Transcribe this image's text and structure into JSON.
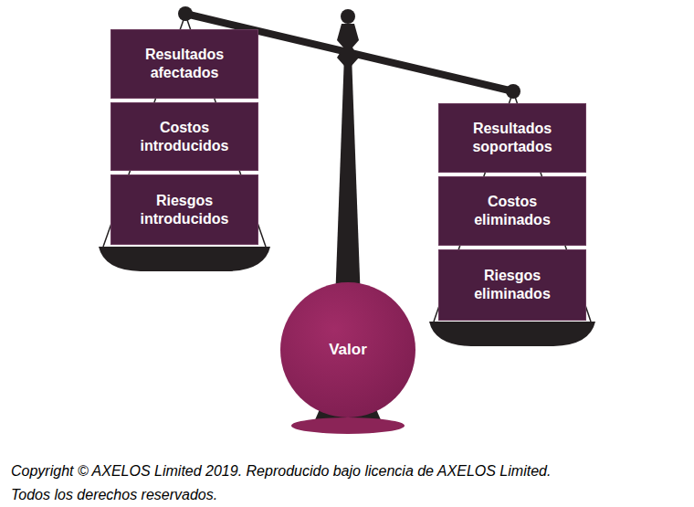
{
  "diagram": {
    "caption": "Copyright © AXELOS Limited 2019. Reproducido bajo licencia de AXELOS Limited. Todos los derechos reservados.",
    "nodes": [
      {
        "text": [
          "Resultados afectados"
        ]
      },
      {
        "text": [
          "Costos introducidos"
        ]
      },
      {
        "text": [
          "Riesgos introducidos"
        ]
      },
      {
        "text": [
          "Resultados soportados"
        ]
      },
      {
        "text": [
          "Costos eliminados"
        ]
      },
      {
        "text": [
          "Riesgos eliminados"
        ]
      },
      {
        "text": [
          "Valor"
        ]
      }
    ]
  }
}
